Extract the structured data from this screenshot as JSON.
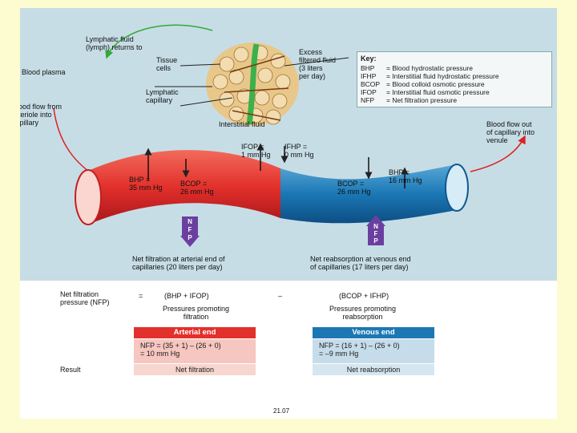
{
  "labels": {
    "lymph": "Lymphatic fluid\n(lymph) returns to",
    "plasma": "Blood plasma",
    "tissue": "Tissue\ncells",
    "lcap": "Lymphatic\ncapillary",
    "inflow": "Blood flow from\narteriole into\ncapillary",
    "excess": "Excess\nfiltered fluid\n(3 liters\nper day)",
    "interstitial": "Interstitial fluid",
    "outflow": "Blood flow out\nof capillary into\nvenule"
  },
  "key": {
    "title": "Key:",
    "rows": [
      {
        "abbr": "BHP",
        "desc": "= Blood hydrostatic pressure"
      },
      {
        "abbr": "IFHP",
        "desc": "= Interstitial fluid hydrostatic pressure"
      },
      {
        "abbr": "BCOP",
        "desc": "= Blood colloid osmotic pressure"
      },
      {
        "abbr": "IFOP",
        "desc": "= Interstitial fluid osmotic pressure"
      },
      {
        "abbr": "NFP",
        "desc": "= Net filtration pressure"
      }
    ]
  },
  "pressures": {
    "ifop": "IFOP =\n1 mm Hg",
    "ifhp": "IFHP =\n0 mm Hg",
    "bhp_art": "BHP =\n35 mm Hg",
    "bcop_art": "BCOP =\n26 mm Hg",
    "bcop_ven": "BCOP =\n26 mm Hg",
    "bhp_ven": "BHP =\n16 mm Hg"
  },
  "nfp_letters": [
    "N",
    "F",
    "P"
  ],
  "captions": {
    "filtration": "Net filtration at arterial end of\ncapillaries (20 liters per day)",
    "reabsorption": "Net reabsorption at venous end\nof capillaries (17 liters per day)"
  },
  "equation": {
    "lhs": "Net filtration\npressure (NFP)",
    "eq": "=",
    "term1": "(BHP + IFOP)",
    "minus": "–",
    "term2": "(BCOP + IFHP)",
    "promote_filt": "Pressures promoting\nfiltration",
    "promote_reab": "Pressures promoting\nreabsorption"
  },
  "table": {
    "arterial_header": "Arterial end",
    "venous_header": "Venous end",
    "arterial_calc": "NFP = (35 + 1) – (26 + 0)\n= 10 mm Hg",
    "venous_calc": "NFP = (16 + 1) – (26 + 0)\n= –9 mm Hg",
    "result_label": "Result",
    "arterial_result": "Net filtration",
    "venous_result": "Net reabsorption"
  },
  "page_number": "21.07",
  "colors": {
    "arterial": "#e2302b",
    "venous": "#1b78b5",
    "arterial_light": "#f6c6c0",
    "venous_light": "#c6dcea",
    "panel": "#c7dde6",
    "nfp_arrow": "#6b3fa0"
  }
}
